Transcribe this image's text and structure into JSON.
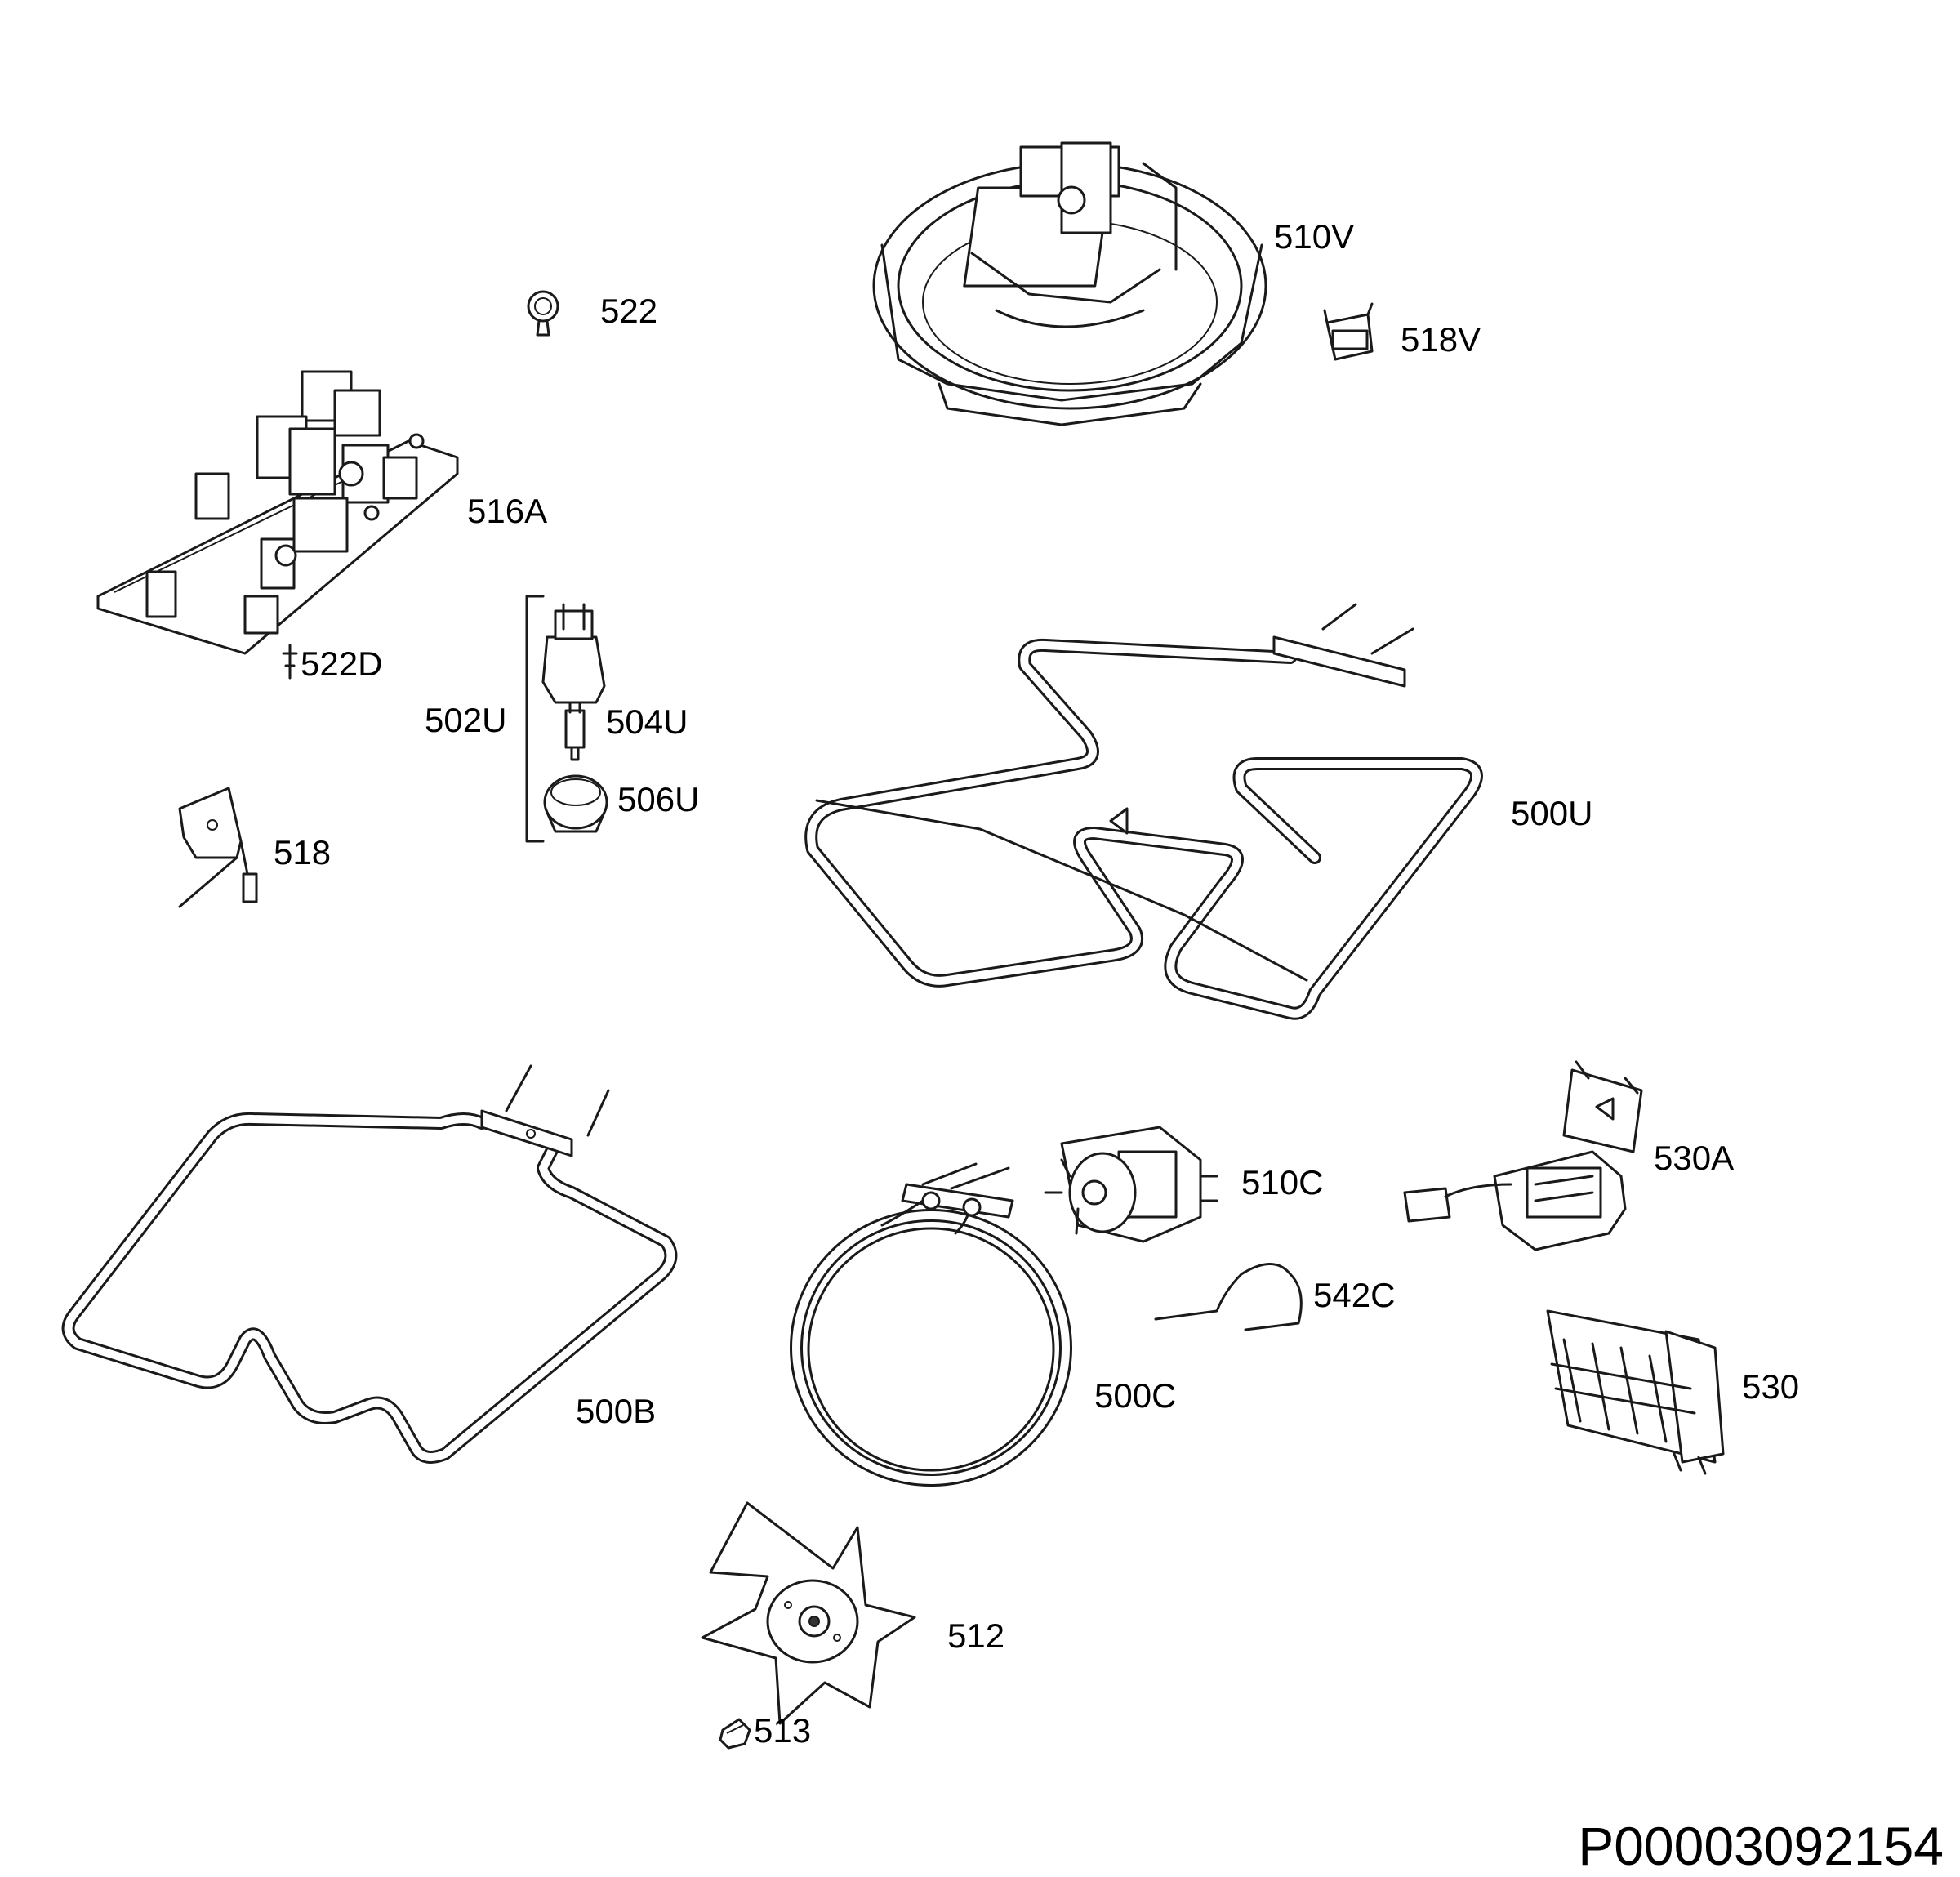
{
  "diagram": {
    "drawing_code": "P00003092154",
    "parts": [
      {
        "id": "p510V",
        "label": "510V"
      },
      {
        "id": "p522",
        "label": "522"
      },
      {
        "id": "p518V",
        "label": "518V"
      },
      {
        "id": "p516A",
        "label": "516A"
      },
      {
        "id": "p522D",
        "label": "522D"
      },
      {
        "id": "p502U",
        "label": "502U"
      },
      {
        "id": "p504U",
        "label": "504U"
      },
      {
        "id": "p506U",
        "label": "506U"
      },
      {
        "id": "p518",
        "label": "518"
      },
      {
        "id": "p500U",
        "label": "500U"
      },
      {
        "id": "p500B",
        "label": "500B"
      },
      {
        "id": "p510C",
        "label": "510C"
      },
      {
        "id": "p530A",
        "label": "530A"
      },
      {
        "id": "p542C",
        "label": "542C"
      },
      {
        "id": "p500C",
        "label": "500C"
      },
      {
        "id": "p530",
        "label": "530"
      },
      {
        "id": "p512",
        "label": "512"
      },
      {
        "id": "p513",
        "label": "513"
      }
    ]
  }
}
